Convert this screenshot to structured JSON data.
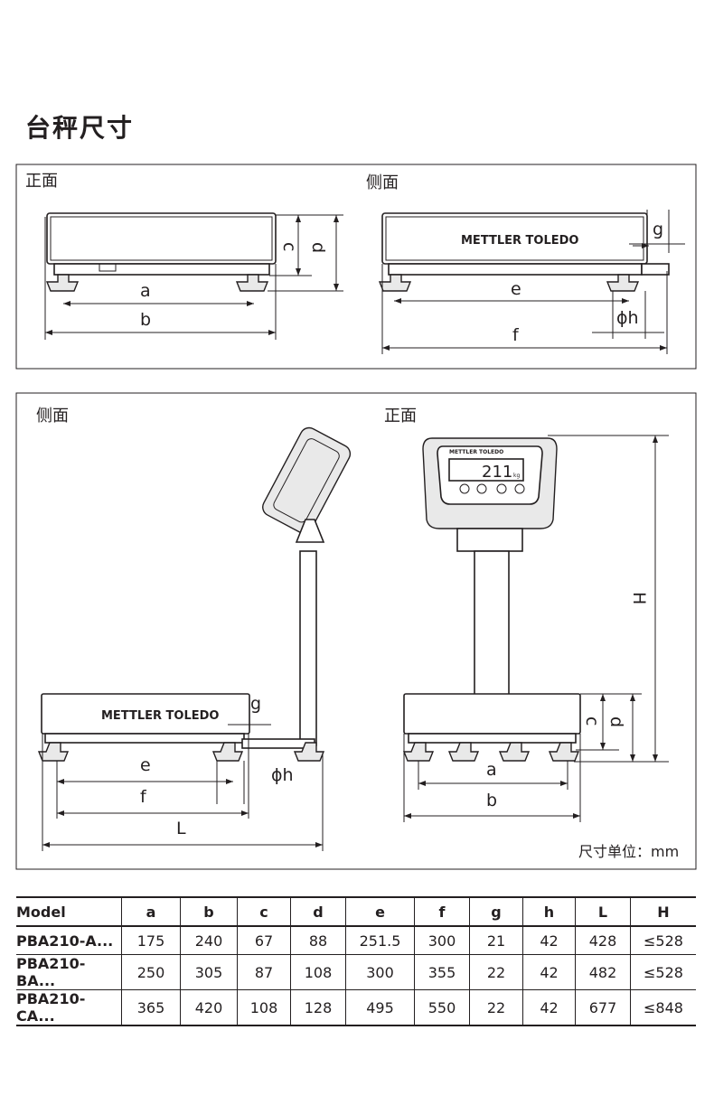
{
  "title": "台秤尺寸",
  "panel1": {
    "front_label": "正面",
    "side_label": "侧面"
  },
  "panel2": {
    "side_label": "侧面",
    "front_label": "正面",
    "unit_note": "尺寸单位：mm"
  },
  "brand": "METTLER TOLEDO",
  "display_reading": "211",
  "display_unit": "kg",
  "dims": {
    "a": "a",
    "b": "b",
    "c": "c",
    "d": "d",
    "e": "e",
    "f": "f",
    "g": "g",
    "h": "ϕh",
    "L": "L",
    "H": "H"
  },
  "table": {
    "headers": [
      "Model",
      "a",
      "b",
      "c",
      "d",
      "e",
      "f",
      "g",
      "h",
      "L",
      "H"
    ],
    "rows": [
      [
        "PBA210-A...",
        "175",
        "240",
        "67",
        "88",
        "251.5",
        "300",
        "21",
        "42",
        "428",
        "≤528"
      ],
      [
        "PBA210-BA...",
        "250",
        "305",
        "87",
        "108",
        "300",
        "355",
        "22",
        "42",
        "482",
        "≤528"
      ],
      [
        "PBA210-CA...",
        "365",
        "420",
        "108",
        "128",
        "495",
        "550",
        "22",
        "42",
        "677",
        "≤848"
      ]
    ]
  }
}
